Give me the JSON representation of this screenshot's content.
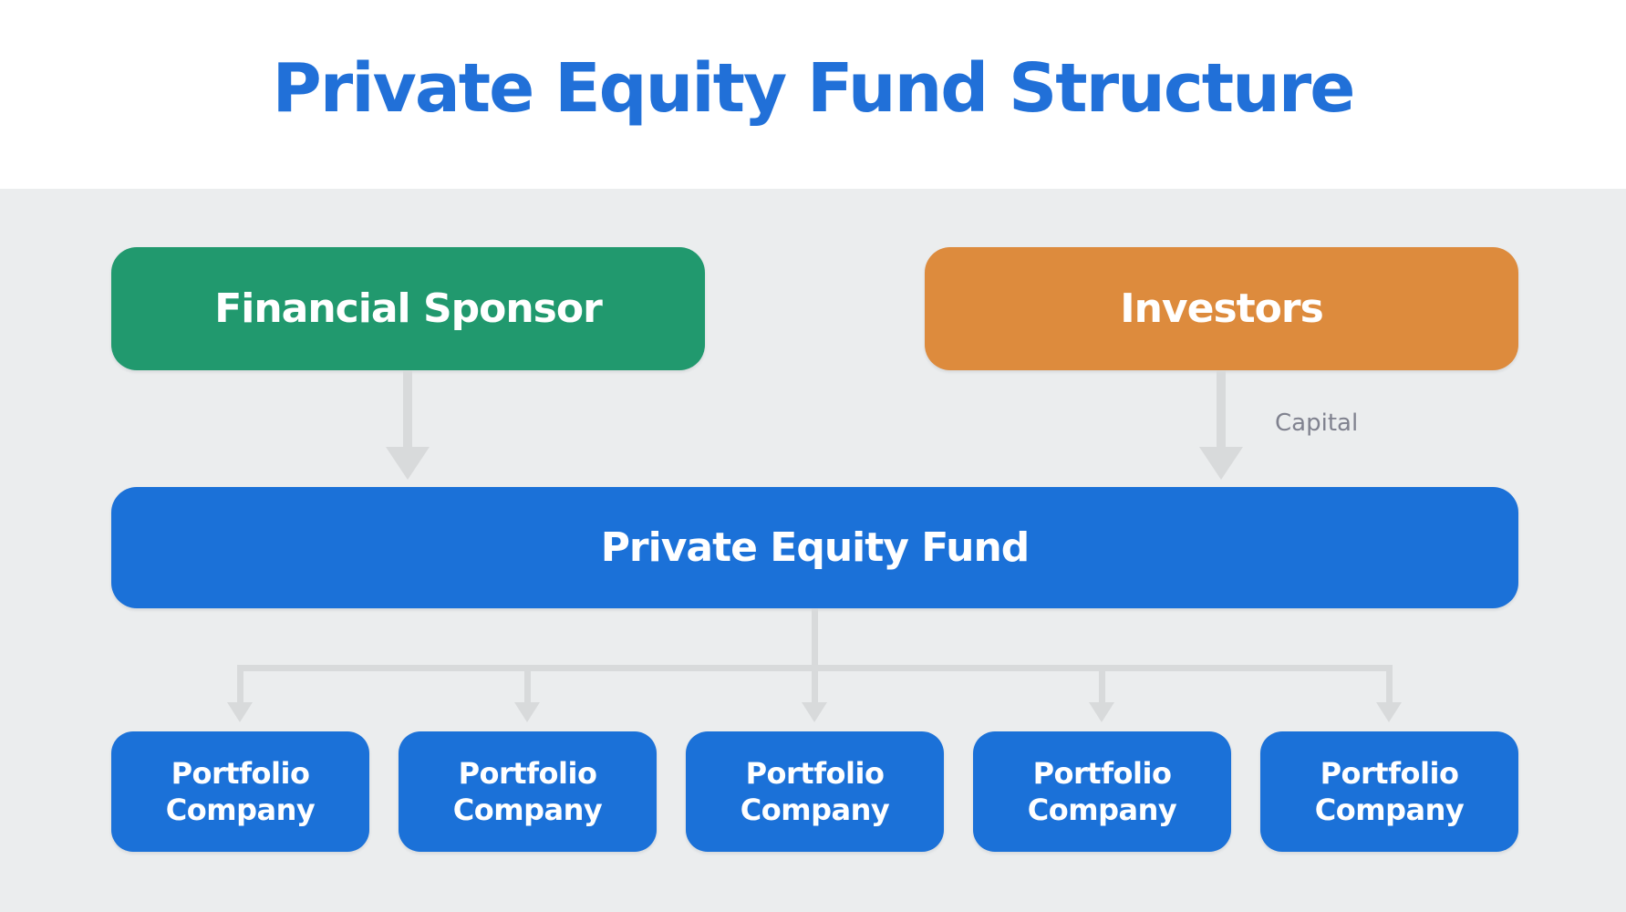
{
  "page": {
    "title": "Private Equity Fund Structure"
  },
  "colors": {
    "title_blue": "#2170D8",
    "sponsor_green": "#21996E",
    "investor_orange": "#DD8B3D",
    "fund_blue": "#1B71D8",
    "background_gray": "#EBEDEE",
    "connector_gray": "#D8DADB",
    "edge_label_gray": "#80828F",
    "text_white": "#FFFFFF"
  },
  "nodes": {
    "financial_sponsor": {
      "label": "Financial Sponsor"
    },
    "investors": {
      "label": "Investors"
    },
    "fund": {
      "label": "Private Equity Fund"
    },
    "portfolio_companies": [
      {
        "label": "Portfolio Company"
      },
      {
        "label": "Portfolio Company"
      },
      {
        "label": "Portfolio Company"
      },
      {
        "label": "Portfolio Company"
      },
      {
        "label": "Portfolio Company"
      }
    ]
  },
  "edges": {
    "capital_label": "Capital"
  }
}
